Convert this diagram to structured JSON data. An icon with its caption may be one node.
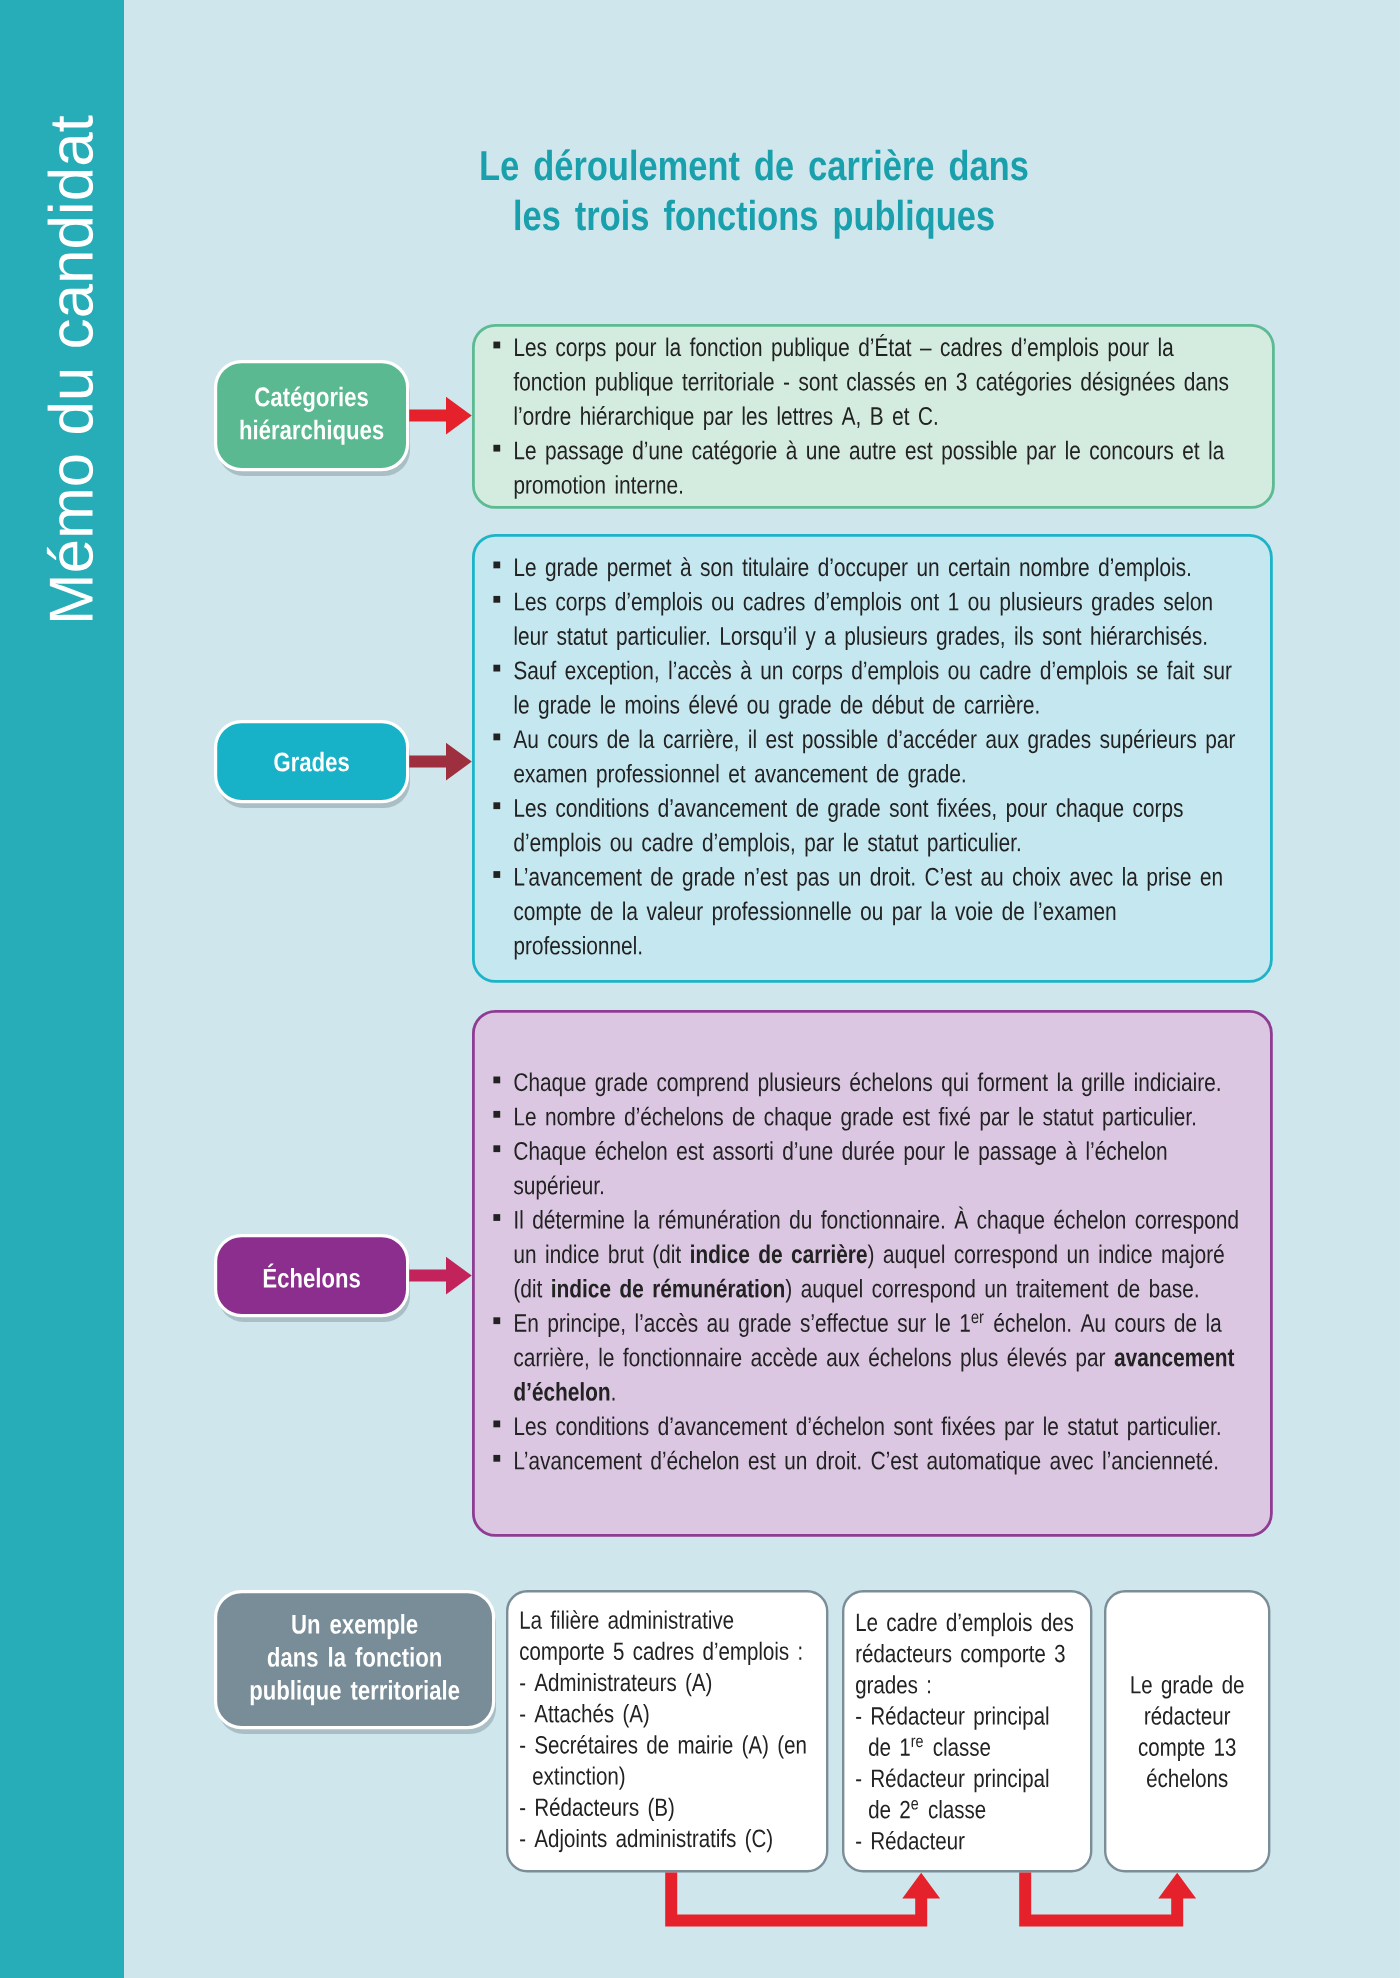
{
  "diagram": {
    "title": "Le déroulement de carrière dans les trois fonctions publiques",
    "nodes": [
      {
        "text": [
          "Catégories hiérarchiques"
        ]
      },
      {
        "text": [
          "Les corps pour la fonction publique d’État – cadres d’emplois pour la fonction publique territoriale - sont classés en 3 catégories désignées dans l’ordre hiérarchique par les lettres A, B et C.",
          "Le passage d’une catégorie à une autre est possible par le concours et la promotion interne."
        ]
      },
      {
        "text": [
          "Grades"
        ]
      },
      {
        "text": [
          "Le grade permet à son titulaire d’occuper un certain nombre d’emplois.",
          "Les corps d’emplois ou cadres d’emplois ont 1 ou plusieurs grades selon leur statut particulier. Lorsqu’il y a plusieurs grades, ils sont hiérarchisés.",
          "Sauf exception, l’accès à un corps d’emplois ou cadre d’emplois se fait sur le grade le moins élevé ou grade de début de carrière.",
          "Au cours de la carrière, il est possible d’accéder aux grades supérieurs par examen professionnel et avancement de grade.",
          "Les conditions d’avancement de grade sont fixées, pour chaque corps d’emplois ou cadre d’emplois, par le statut particulier.",
          "L’avancement de grade n’est pas un droit. C’est au choix avec la prise en compte de la valeur professionnelle ou par la voie de l’examen professionnel."
        ]
      },
      {
        "text": [
          "Échelons"
        ]
      },
      {
        "text": [
          "Chaque grade comprend plusieurs échelons qui forment la grille indiciaire.",
          "Le nombre d’échelons de chaque grade est fixé par le statut particulier.",
          "Chaque échelon est assorti d’une durée pour le passage à l’échelon supérieur.",
          "Il détermine la rémunération du fonctionnaire. À chaque échelon correspond un indice brut (dit **indice de carrière**) auquel correspond un indice majoré (dit **indice de rémunération**) auquel correspond un traitement de base.",
          "En principe, l’accès au grade s’effectue sur le 1$^{er}$ échelon. Au cours de la carrière, le fonctionnaire accède aux échelons plus élevés par **avancement d’échelon**.",
          "Les conditions d’avancement d’échelon sont fixées par le statut particulier.",
          "L’avancement d’échelon est un droit. C’est automatique avec l’ancienneté."
        ]
      },
      {
        "text": [
          "Un exemple dans la fonction publique territoriale"
        ]
      },
      {
        "text": [
          "La filière administrative comporte 5 cadres d’emplois :",
          "- Administrateurs (A)",
          "- Attachés (A)",
          "- Secrétaires de mairie (A) (en extinction)",
          "- Rédacteurs (B)",
          "- Adjoints administratifs (C)"
        ]
      },
      {
        "text": [
          "Le cadre d’emplois des rédacteurs comporte 3 grades :",
          "- Rédacteur principal de 1$^{re}$ classe",
          "- Rédacteur principal de 2$^{e}$ classe",
          "- Rédacteur"
        ]
      },
      {
        "text": [
          "Le grade de rédacteur compte 13 échelons"
        ]
      }
    ],
    "edges": [
      {
        "from": 0,
        "to": 1,
        "arrow": "to"
      },
      {
        "from": 2,
        "to": 3,
        "arrow": "to",
        "color": "#9e2f3e"
      },
      {
        "from": 4,
        "to": 5,
        "arrow": "to",
        "color": "#c2235a"
      },
      {
        "from": 7,
        "to": 8,
        "arrow": "to"
      },
      {
        "from": 8,
        "to": 9,
        "arrow": "to"
      }
    ],
    "labels": [
      "Mémo du candidat"
    ]
  }
}
